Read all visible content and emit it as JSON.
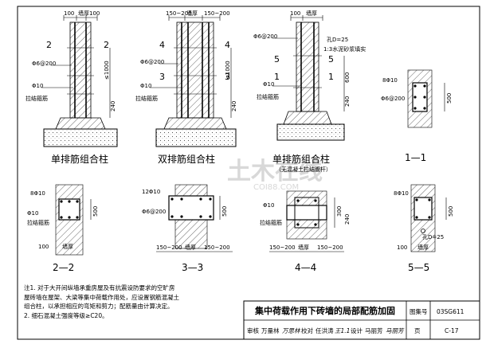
{
  "detail1": {
    "dims_top": [
      "100",
      "墙厚",
      "100"
    ],
    "tie_label": "Φ6@200",
    "bar_label": "Φ10",
    "tie_note": "拉结箍筋",
    "section_marks": [
      "2",
      "2"
    ],
    "dims_side": [
      "≤1000",
      "240"
    ],
    "caption": "单排筋组合柱"
  },
  "detail2": {
    "dims_top": [
      "150~200",
      "墙厚",
      "150~200"
    ],
    "tie_label": "Φ6@200",
    "bar_label": "Φ10",
    "tie_note": "拉结箍筋",
    "section_marks": [
      "4",
      "4",
      "3",
      "3"
    ],
    "dims_side": [
      "≤1000",
      "240"
    ],
    "caption": "双排筋组合柱"
  },
  "detail3": {
    "dims_top": [
      "100",
      "墙厚"
    ],
    "tie_label": "Φ6@200",
    "bar_label": "Φ10",
    "tie_note": "拉结箍筋",
    "hole_label": "孔D=25",
    "mortar_label": "1:3水泥砂浆填实",
    "section_marks": [
      "5",
      "5",
      "1",
      "1"
    ],
    "dims_side": [
      "600",
      "240"
    ],
    "caption": "单排筋组合柱",
    "caption_sub": "（无混凝土拉结腹杆）"
  },
  "sec11": {
    "bar": "8Φ10",
    "tie": "Φ6@200",
    "dim": "500",
    "caption": "1—1"
  },
  "sec22": {
    "bar": "8Φ10",
    "bar2": "Φ10",
    "tie": "拉结箍筋",
    "dim": "500",
    "wall": "墙厚",
    "dim_l": "100",
    "caption": "2—2"
  },
  "sec33": {
    "bar": "12Φ10",
    "tie": "Φ6@200",
    "dim": "500",
    "dims_bottom": [
      "150~200",
      "墙厚",
      "150~200"
    ],
    "caption": "3—3"
  },
  "sec44": {
    "bar": "Φ10",
    "tie": "拉结箍筋",
    "dims_right": [
      "300",
      "240"
    ],
    "dims_bottom": [
      "150~200",
      "墙厚",
      "150~200"
    ],
    "caption": "4—4"
  },
  "sec55": {
    "bar": "8Φ10",
    "dim": "500",
    "hole": "孔D=25",
    "wall": "墙厚",
    "dim_l": "100",
    "caption": "5—5"
  },
  "notes": [
    "注1. 对于大开间纵墙承重房屋及有抗震设防要求的空旷房",
    "    屋砖墙在屋架、大梁等集中荷载作用处，应设置钢筋混凝土",
    "    组合柱，以承担相应的弯矩和剪力；配筋量由计算决定。",
    "  2. 细石混凝土强度等级≥C20。"
  ],
  "title_block": {
    "title": "集中荷载作用下砖墙的局部配筋加固",
    "atlas_label": "图集号",
    "atlas_no": "03SG611",
    "row2": [
      "审核",
      "万量林",
      "万思林",
      "校对",
      "任洪涛",
      "王1.1",
      "设计",
      "马丽芳",
      "马丽芳"
    ],
    "page_label": "页",
    "page_no": "C-17"
  },
  "watermark": {
    "main": "土木在线",
    "sub": "COI88.COM"
  }
}
